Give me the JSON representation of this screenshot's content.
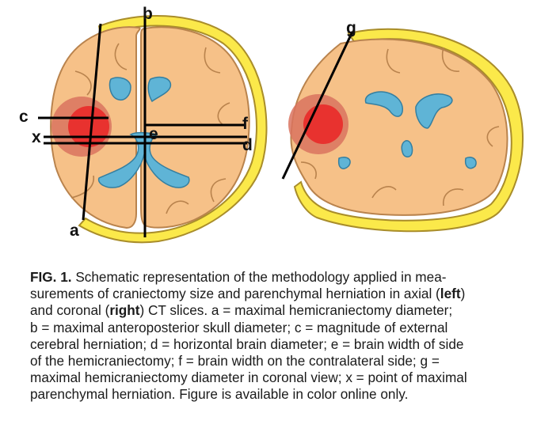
{
  "labels": {
    "a": "a",
    "b": "b",
    "c": "c",
    "x": "x",
    "e": "e",
    "f": "f",
    "d": "d",
    "g": "g"
  },
  "colors": {
    "brain": "#f6c188",
    "brain_stroke": "#b9834d",
    "skull": "#fbe94a",
    "skull_stroke": "#a98d2a",
    "ventricle": "#5fb4d6",
    "ventricle_stroke": "#357fa0",
    "herniation_outer": "#d9735f",
    "herniation_inner": "#e8322f",
    "line": "#000000"
  },
  "caption": {
    "fig_label": "FIG. 1.",
    "line1": "Schematic representation of the methodology applied in mea-",
    "line2_a": "surements of craniectomy size and parenchymal herniation in axial (",
    "line2_left": "left",
    "line2_b": ")",
    "line3_a": "and coronal (",
    "line3_right": "right",
    "line3_b": ") CT slices. a = maximal hemicraniectomy diameter;",
    "line4": "b = maximal anteroposterior skull diameter; c = magnitude of external",
    "line5": "cerebral herniation; d = horizontal brain diameter; e = brain width of side",
    "line6": "of the hemicraniectomy; f = brain width on the contralateral side; g =",
    "line7": "maximal hemicraniectomy diameter in coronal view; x = point of maximal",
    "line8": "parenchymal herniation. Figure is available in color online only."
  }
}
